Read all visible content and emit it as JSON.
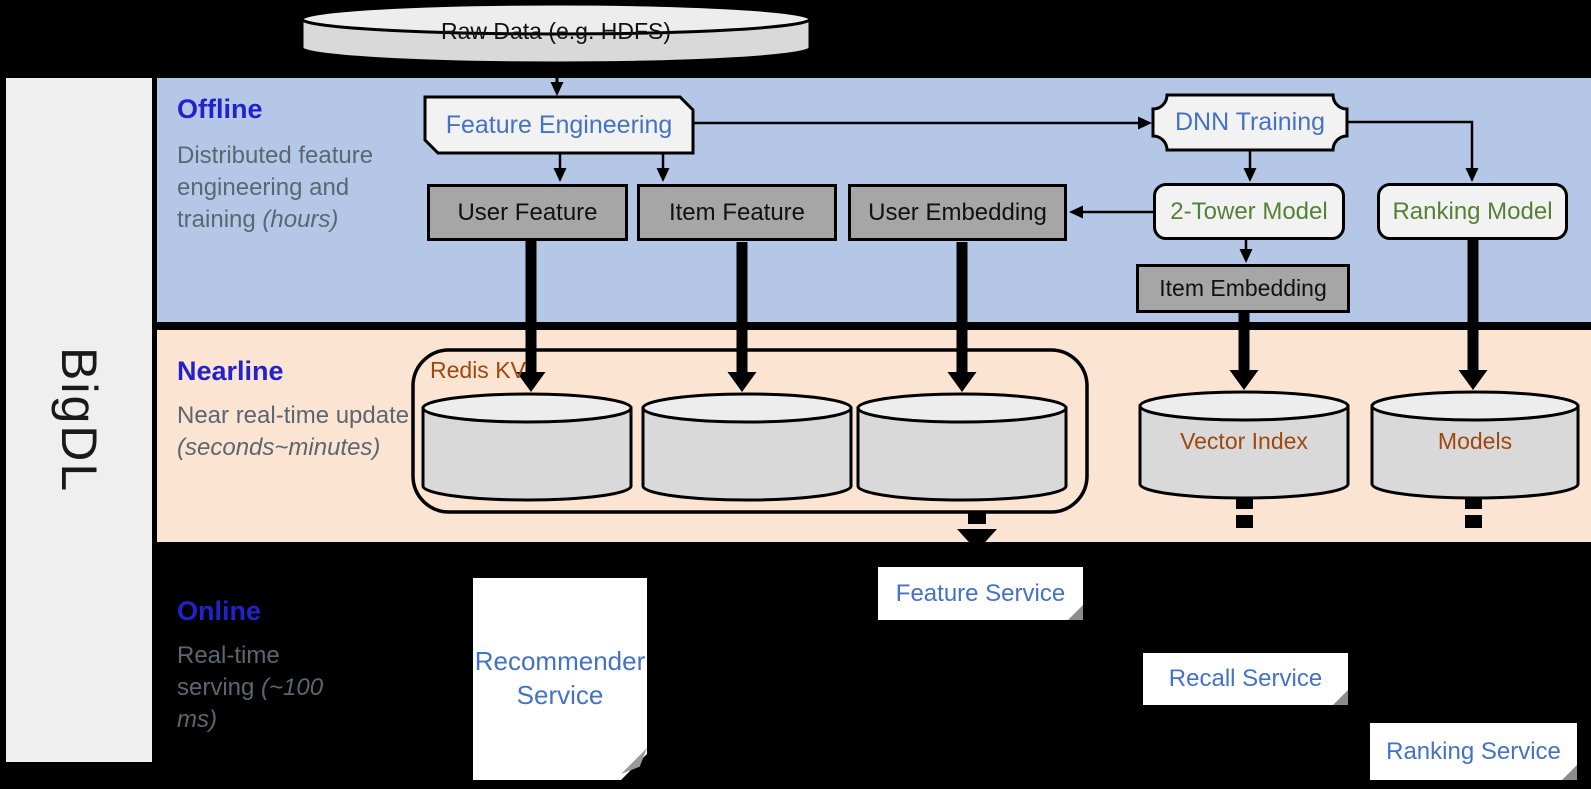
{
  "brand": {
    "label": "BigDL"
  },
  "raw_data": {
    "label": "Raw Data (e.g. HDFS)"
  },
  "sections": {
    "offline": {
      "title": "Offline",
      "desc": "Distributed feature engineering and training",
      "desc_detail": "(hours)"
    },
    "nearline": {
      "title": "Nearline",
      "desc": "Near real-time update",
      "desc_detail": "(seconds~minutes)"
    },
    "online": {
      "title": "Online",
      "desc": "Real-time serving",
      "desc_detail": "(~100 ms)"
    }
  },
  "offline_nodes": {
    "feature_engineering": "Feature Engineering",
    "dnn_training": "DNN Training",
    "user_feature": "User Feature",
    "item_feature": "Item Feature",
    "user_embedding": "User Embedding",
    "two_tower_model": "2-Tower Model",
    "ranking_model": "Ranking Model",
    "item_embedding": "Item Embedding"
  },
  "nearline_nodes": {
    "redis_kv": "Redis KV",
    "vector_index": "Vector Index",
    "models": "Models"
  },
  "online_services": {
    "recommender_service": "Recommender Service",
    "feature_service": "Feature Service",
    "recall_service": "Recall Service",
    "ranking_service": "Ranking Service"
  },
  "colors": {
    "accent_blue": "#4472C4",
    "green": "#548235",
    "brown": "#9E480E",
    "section_title_blue": "#2222CC",
    "desc_gray": "#5B6770",
    "band_offline": "#B4C7E7",
    "band_nearline": "#FBE4D2",
    "box_dark": "#A6A6A6",
    "box_light": "#F2F2F2",
    "cylinder_body": "#D9D9D9",
    "cylinder_top": "#EDEDED",
    "bar_gray": "#EFEFEF"
  }
}
